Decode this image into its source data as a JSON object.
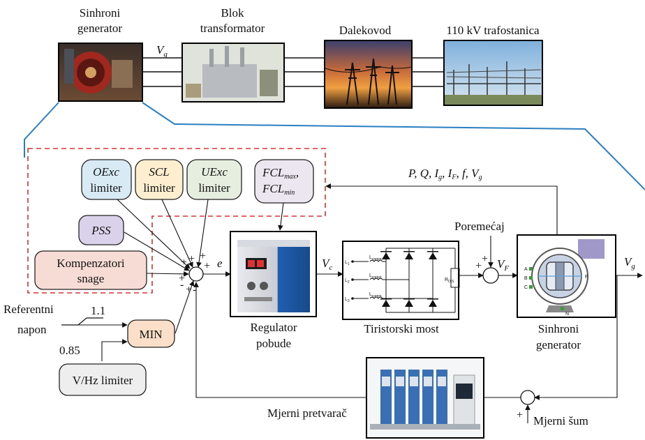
{
  "top_row": {
    "generator_label_1": "Sinhroni",
    "generator_label_2": "generator",
    "transformer_label_1": "Blok",
    "transformer_label_2": "transformator",
    "line_label": "Dalekovod",
    "substation_label": "110 kV trafostanica",
    "vg": "V",
    "vg_sub": "g"
  },
  "limiters": {
    "oexc_1": "OExc",
    "oexc_2": "limiter",
    "scl_1": "SCL",
    "scl_2": "limiter",
    "uexc_1": "UExc",
    "uexc_2": "limiter",
    "fcl_max": "FCL",
    "fcl_max_sub": "max",
    "fcl_min": "FCL",
    "fcl_min_sub": "min",
    "pss": "PSS",
    "comp_1": "Kompenzatori",
    "comp_2": "snage"
  },
  "reference": {
    "label_1": "Referentni",
    "label_2": "napon",
    "upper": "1.1",
    "lower": "0.85",
    "min_block": "MIN",
    "vhz": "V/Hz limiter"
  },
  "signals": {
    "feedback": "P, Q, I",
    "feedback_full": [
      "P",
      "Q",
      "I",
      "g",
      "I",
      "F",
      "f",
      "V",
      "g"
    ],
    "e": "e",
    "vc": "V",
    "vc_sub": "c",
    "vf": "V",
    "vf_sub": "F",
    "vg": "V",
    "vg_sub": "g",
    "disturbance": "Poremećaj",
    "plus": "+",
    "minus": "-",
    "phase_l1": "L",
    "phase_l1_sub": "1",
    "phase_l2": "L",
    "phase_l2_sub": "2",
    "phase_l3": "L",
    "phase_l3_sub": "3",
    "l_comm": "L",
    "l_comm_sub": "comm",
    "r_dis": "R",
    "r_dis_sub": "DIS",
    "gen_a": "A",
    "gen_b": "B",
    "gen_c": "C",
    "gen_n": "N",
    "gen_f": "F"
  },
  "blocks": {
    "regulator_1": "Regulator",
    "regulator_2": "pobude",
    "bridge": "Tiristorski most",
    "gen_1": "Sinhroni",
    "gen_2": "generator",
    "transducer": "Mjerni pretvarač",
    "noise": "Mjerni šum"
  }
}
